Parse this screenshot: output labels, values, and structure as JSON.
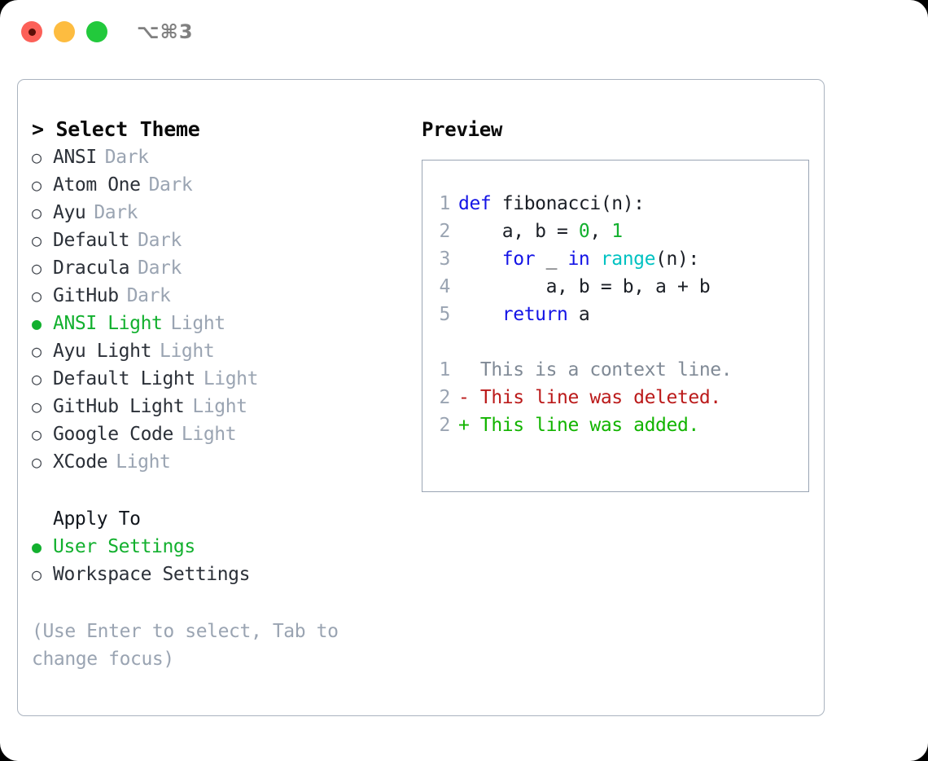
{
  "titlebar": {
    "shortcut": "⌥⌘3",
    "buttons": [
      {
        "name": "close",
        "color": "#fc6058"
      },
      {
        "name": "minimize",
        "color": "#fdbc40"
      },
      {
        "name": "maximize",
        "color": "#22c93c"
      }
    ]
  },
  "left": {
    "heading": "> Select Theme",
    "themes": [
      {
        "bullet": "○",
        "name": "ANSI",
        "kind": "Dark",
        "selected": false
      },
      {
        "bullet": "○",
        "name": "Atom One",
        "kind": "Dark",
        "selected": false
      },
      {
        "bullet": "○",
        "name": "Ayu",
        "kind": "Dark",
        "selected": false
      },
      {
        "bullet": "○",
        "name": "Default",
        "kind": "Dark",
        "selected": false
      },
      {
        "bullet": "○",
        "name": "Dracula",
        "kind": "Dark",
        "selected": false
      },
      {
        "bullet": "○",
        "name": "GitHub",
        "kind": "Dark",
        "selected": false
      },
      {
        "bullet": "●",
        "name": "ANSI Light",
        "kind": "Light",
        "selected": true
      },
      {
        "bullet": "○",
        "name": "Ayu Light",
        "kind": "Light",
        "selected": false
      },
      {
        "bullet": "○",
        "name": "Default Light",
        "kind": "Light",
        "selected": false
      },
      {
        "bullet": "○",
        "name": "GitHub Light",
        "kind": "Light",
        "selected": false
      },
      {
        "bullet": "○",
        "name": "Google Code",
        "kind": "Light",
        "selected": false
      },
      {
        "bullet": "○",
        "name": "XCode",
        "kind": "Light",
        "selected": false
      }
    ],
    "apply_title": "Apply To",
    "apply_options": [
      {
        "bullet": "●",
        "label": "User Settings",
        "selected": true
      },
      {
        "bullet": "○",
        "label": "Workspace Settings",
        "selected": false
      }
    ],
    "hint": "(Use Enter to select, Tab to change focus)"
  },
  "right": {
    "heading": "Preview",
    "code_lines": [
      {
        "n": "1",
        "tokens": [
          {
            "t": "def ",
            "c": "kw"
          },
          {
            "t": "fibonacci(n):",
            "c": "txt"
          }
        ]
      },
      {
        "n": "2",
        "tokens": [
          {
            "t": "    a, b = ",
            "c": "txt"
          },
          {
            "t": "0",
            "c": "num"
          },
          {
            "t": ", ",
            "c": "txt"
          },
          {
            "t": "1",
            "c": "num"
          }
        ]
      },
      {
        "n": "3",
        "tokens": [
          {
            "t": "    ",
            "c": "txt"
          },
          {
            "t": "for",
            "c": "kw"
          },
          {
            "t": " _ ",
            "c": "txt"
          },
          {
            "t": "in",
            "c": "kw"
          },
          {
            "t": " ",
            "c": "txt"
          },
          {
            "t": "range",
            "c": "fn"
          },
          {
            "t": "(n):",
            "c": "txt"
          }
        ]
      },
      {
        "n": "4",
        "tokens": [
          {
            "t": "        a, b = b, a + b",
            "c": "txt"
          }
        ]
      },
      {
        "n": "5",
        "tokens": [
          {
            "t": "    ",
            "c": "txt"
          },
          {
            "t": "return",
            "c": "kw"
          },
          {
            "t": " a",
            "c": "txt"
          }
        ]
      }
    ],
    "diff_lines": [
      {
        "n": "1",
        "marker": " ",
        "text": " This is a context line.",
        "c": "ctx"
      },
      {
        "n": "2",
        "marker": "-",
        "text": " This line was deleted.",
        "c": "del"
      },
      {
        "n": "2",
        "marker": "+",
        "text": " This line was added.",
        "c": "add"
      }
    ]
  },
  "colors": {
    "accent_green": "#12b02e",
    "keyword_blue": "#1414e6",
    "function_cyan": "#00c2c2",
    "diff_delete_red": "#bb1a1a",
    "diff_add_green": "#12b400",
    "muted_gray": "#9aa4b2",
    "border": "#aab3bf"
  }
}
